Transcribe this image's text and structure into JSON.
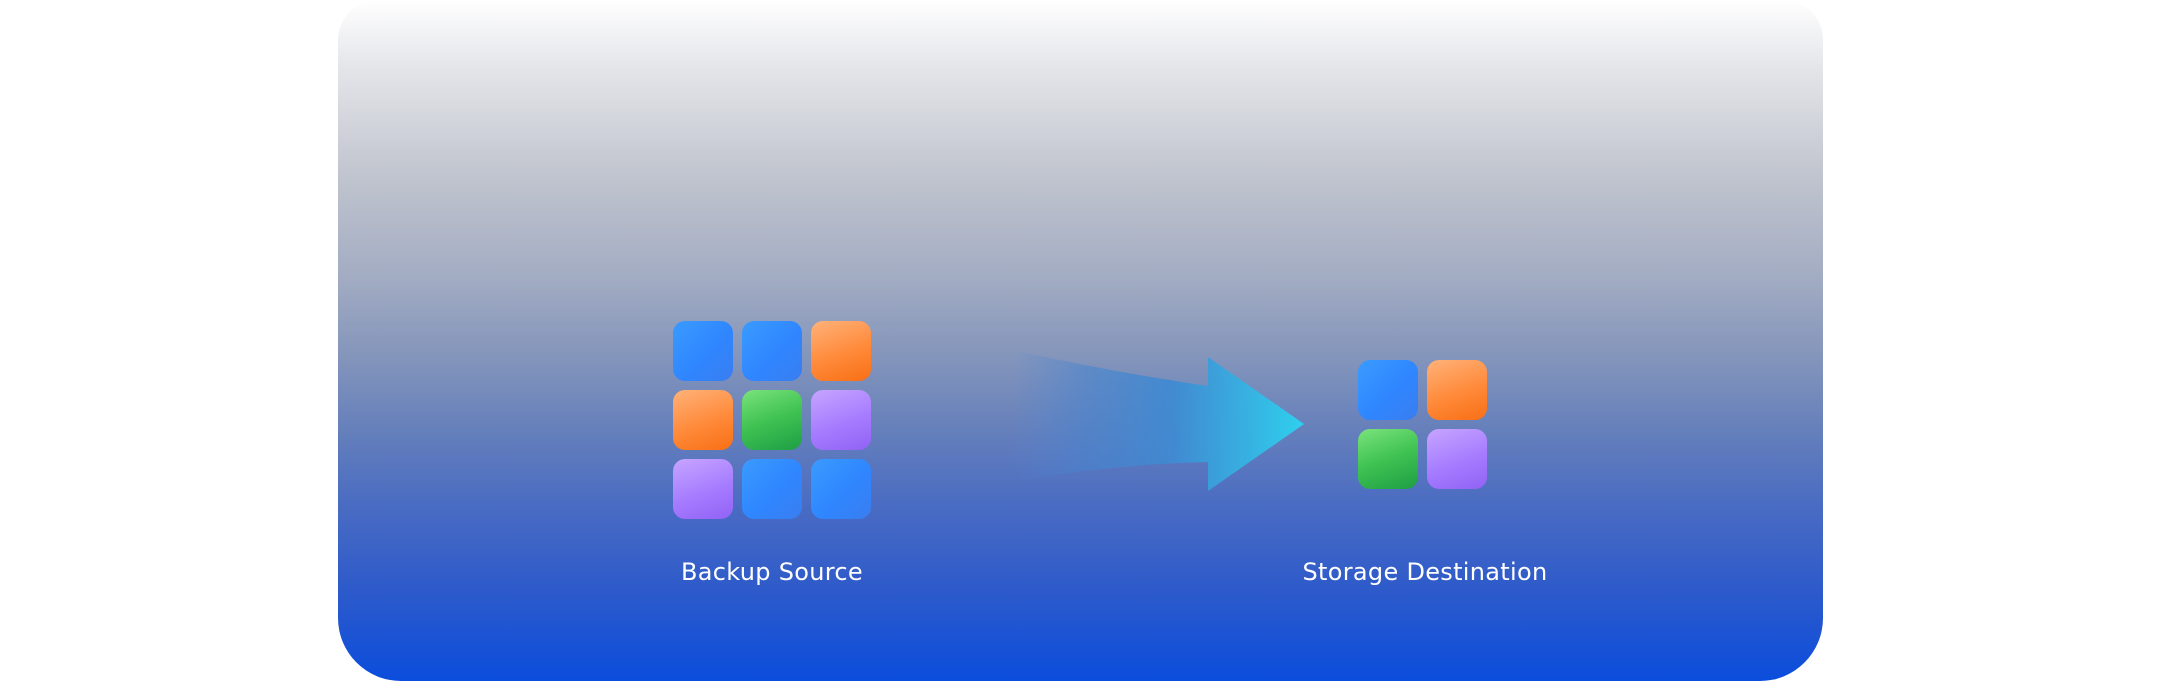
{
  "diagram": {
    "source": {
      "label": "Backup Source",
      "tiles": [
        "blue",
        "blue",
        "orange",
        "orange",
        "green",
        "purple",
        "purple",
        "blue",
        "blue"
      ]
    },
    "destination": {
      "label": "Storage Destination",
      "tiles": [
        "blue",
        "orange",
        "green",
        "purple"
      ]
    },
    "colors": {
      "blue": "#2f86ff",
      "orange": "#ff8a3a",
      "green": "#3fc252",
      "purple": "#a67cff",
      "arrow": "#2fd0ee",
      "panel_bottom": "#0b4ddc"
    },
    "arrow_icon": "arrow-right-icon"
  }
}
